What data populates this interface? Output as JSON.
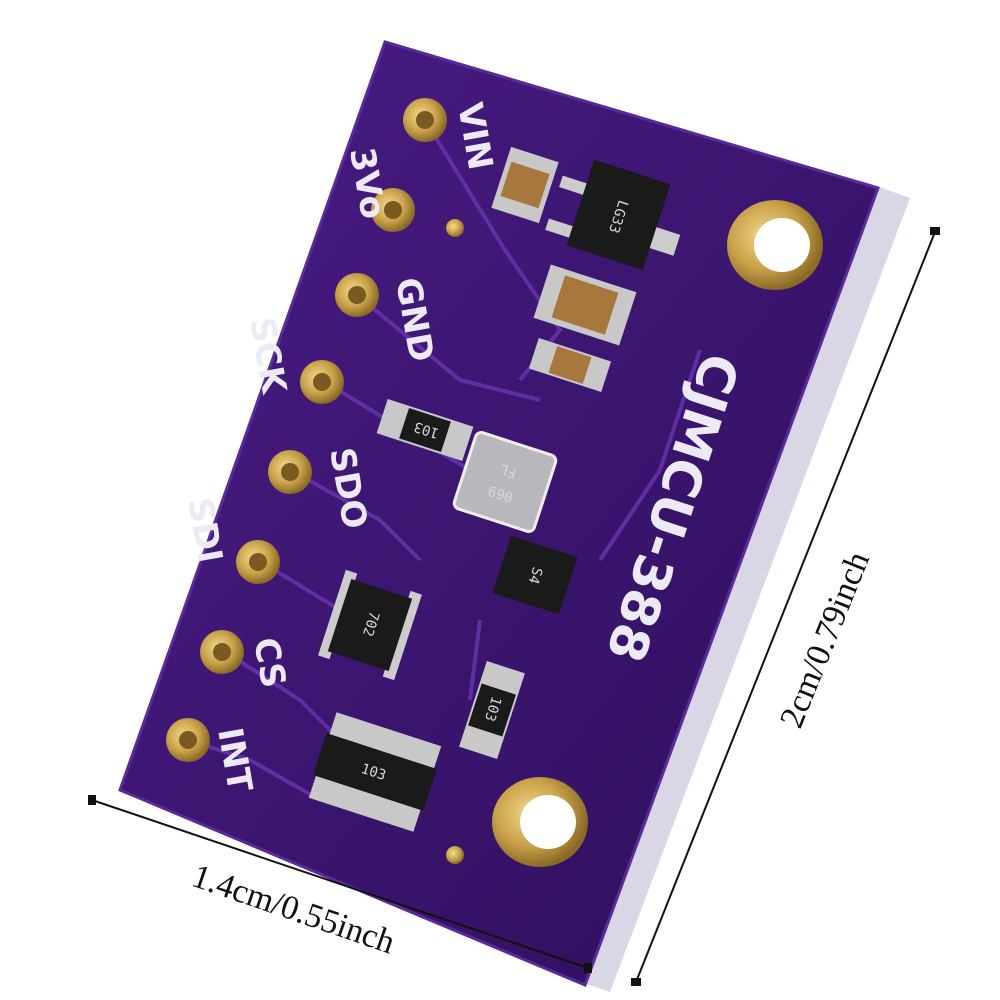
{
  "board": {
    "name": "CJMCU-388",
    "pins": [
      "VIN",
      "3Vo",
      "GND",
      "SCK",
      "SDO",
      "SDI",
      "CS",
      "INT"
    ],
    "chip_markings": {
      "regulator": "LG33",
      "sensor_line1": "069",
      "sensor_line2": "FL",
      "resistor_top": "103",
      "diode": "S4",
      "level_shifter": "702",
      "resistor_right": "103",
      "resistor_array": "103"
    },
    "colors": {
      "pcb": "#3a1470",
      "gold": "#c9a24a",
      "silk": "#ecebf5"
    }
  },
  "dimensions": {
    "height_label": "2cm/0.79inch",
    "width_label": "1.4cm/0.55inch"
  }
}
